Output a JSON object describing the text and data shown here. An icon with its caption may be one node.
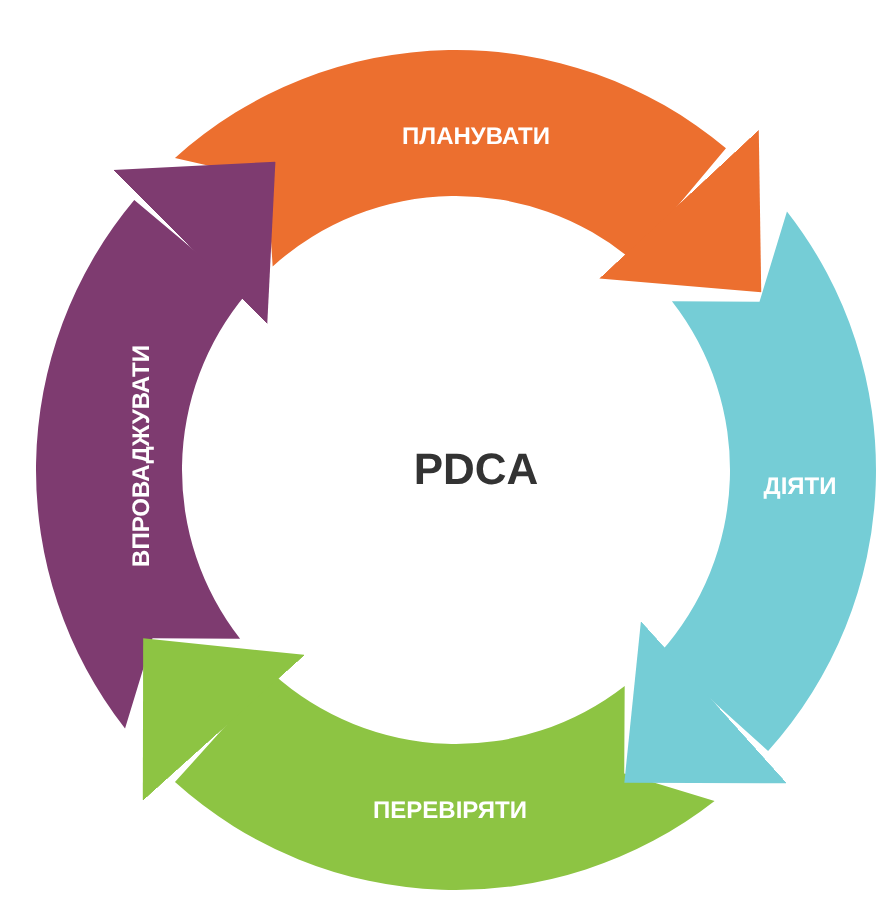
{
  "diagram": {
    "nodes": [
      {
        "text": [
          "PDCA"
        ]
      },
      {
        "text": [
          "ПЛАНУВАТИ"
        ]
      },
      {
        "text": [
          "ДІЯТИ"
        ]
      },
      {
        "text": [
          "ПЕРЕВІРЯТИ"
        ]
      },
      {
        "text": [
          "ВПРОВАДЖУВАТИ"
        ]
      }
    ],
    "edges": [
      {
        "from": 1,
        "to": 2,
        "arrow": "to",
        "color": "#ec6f2f"
      },
      {
        "from": 2,
        "to": 3,
        "arrow": "to",
        "color": "#75cdd6"
      },
      {
        "from": 3,
        "to": 4,
        "arrow": "to",
        "color": "#8dc443"
      },
      {
        "from": 4,
        "to": 1,
        "arrow": "to",
        "color": "#7e3b70"
      }
    ]
  }
}
